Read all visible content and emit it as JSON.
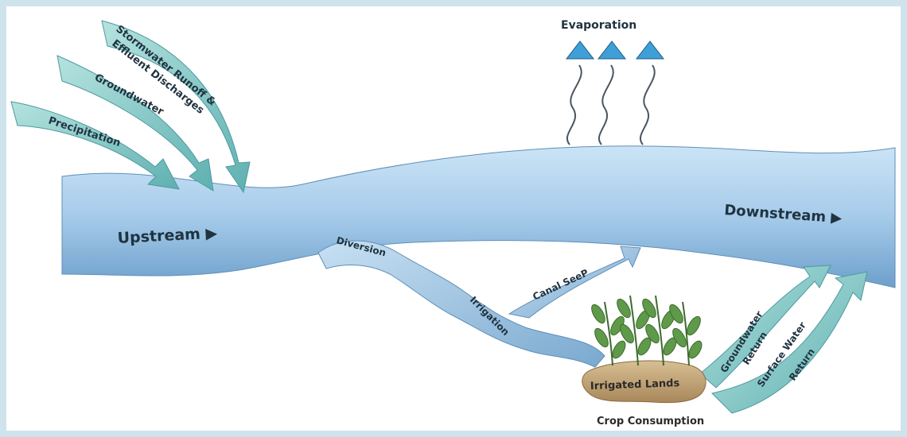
{
  "labels": {
    "evaporation": "Evaporation",
    "stormwater_line1": "Stormwater Runoff &",
    "stormwater_line2": "Effluent Discharges",
    "groundwater": "Groundwater",
    "precipitation": "Precipitation",
    "upstream": "Upstream ▶",
    "downstream": "Downstream ▶",
    "diversion": "Diversion",
    "irrigation": "Irrigation",
    "canal_seep": "Canal SeeP",
    "irrigated_lands": "Irrigated Lands",
    "crop_consumption": "Crop Consumption",
    "groundwater_return_line1": "Groundwater",
    "groundwater_return_line2": "Return",
    "surface_water_return_line1": "Surface Water",
    "surface_water_return_line2": "Return"
  },
  "colors": {
    "frame": "#cfe3ec",
    "river_light": "#b9d9f2",
    "river_dark": "#6a9fc8",
    "inflow_teal": "#7fc6c4",
    "evap_triangle": "#3f9fd6",
    "soil": "#c2a374",
    "plant_green": "#5f9a4a"
  }
}
